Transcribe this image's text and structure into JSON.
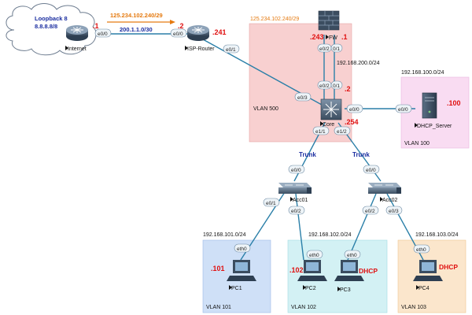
{
  "colors": {
    "link": "#2a7fa8",
    "vlan500": "#f8d0d0",
    "vlan100": "#f9dcf2",
    "vlan101": "#cfe0f7",
    "vlan102": "#d3f1f4",
    "vlan103": "#fbe6cc",
    "red_ip": "#e01010",
    "orange_net": "#e57a10",
    "blue_net": "#1a2da0"
  },
  "cloud": {
    "title": "Loopback 8",
    "addr": "8.8.8.8/8"
  },
  "nodes": {
    "internet": {
      "label": "Internet",
      "host_ip": ".1",
      "iface": "e0/0"
    },
    "isp": {
      "label": "ISP-Router",
      "left_ip": ".2",
      "right_ip": ".241",
      "iface_left": "e0/0",
      "iface_down": "e0/1"
    },
    "fw": {
      "label": "FW",
      "left_ip": ".243",
      "right_ip": ".1",
      "iface_a": "e0/2",
      "iface_b": "0/1"
    },
    "core": {
      "label": "Core",
      "ip_top": ".2",
      "ip_bottom": ".254",
      "iface_top_a": "e0/2",
      "iface_top_b": "0/1",
      "iface_left": "e0/3",
      "iface_right": "e0/0",
      "iface_down_a": "e1/1",
      "iface_down_b": "e1/2"
    },
    "dhcp": {
      "label": "DHCP_Server",
      "ip": ".100",
      "iface": "e0/0"
    },
    "acc01": {
      "label": "Acc01",
      "iface_up": "e0/0",
      "iface_a": "e0/1",
      "iface_b": "e0/2"
    },
    "acc02": {
      "label": "Acc02",
      "iface_up": "e0/0",
      "iface_a": "e0/2",
      "iface_b": "e0/3"
    },
    "pc1": {
      "label": "PC1",
      "ip": ".101",
      "iface": "eth0"
    },
    "pc2": {
      "label": "PC2",
      "ip": ".102",
      "iface": "eth0"
    },
    "pc3": {
      "label": "PC3",
      "dhcp": "DHCP",
      "iface": "eth0"
    },
    "pc4": {
      "label": "PC4",
      "dhcp": "DHCP",
      "iface": "eth0"
    }
  },
  "networks": {
    "isp_fw": "125.234.102.240/29",
    "isp_fw_vlan": "125.234.102.240/29",
    "internet_isp": "200.1.1.0/30",
    "fw_core": "192.168.200.0/24",
    "vlan100_net": "192.168.100.0/24",
    "vlan101_net": "192.168.101.0/24",
    "vlan102_net": "192.168.102.0/24",
    "vlan103_net": "192.168.103.0/24"
  },
  "vlans": {
    "v500": "VLAN 500",
    "v100": "VLAN 100",
    "v101": "VLAN 101",
    "v102": "VLAN 102",
    "v103": "VLAN 103"
  },
  "trunks": {
    "left": "Trunk",
    "right": "Trunk"
  }
}
